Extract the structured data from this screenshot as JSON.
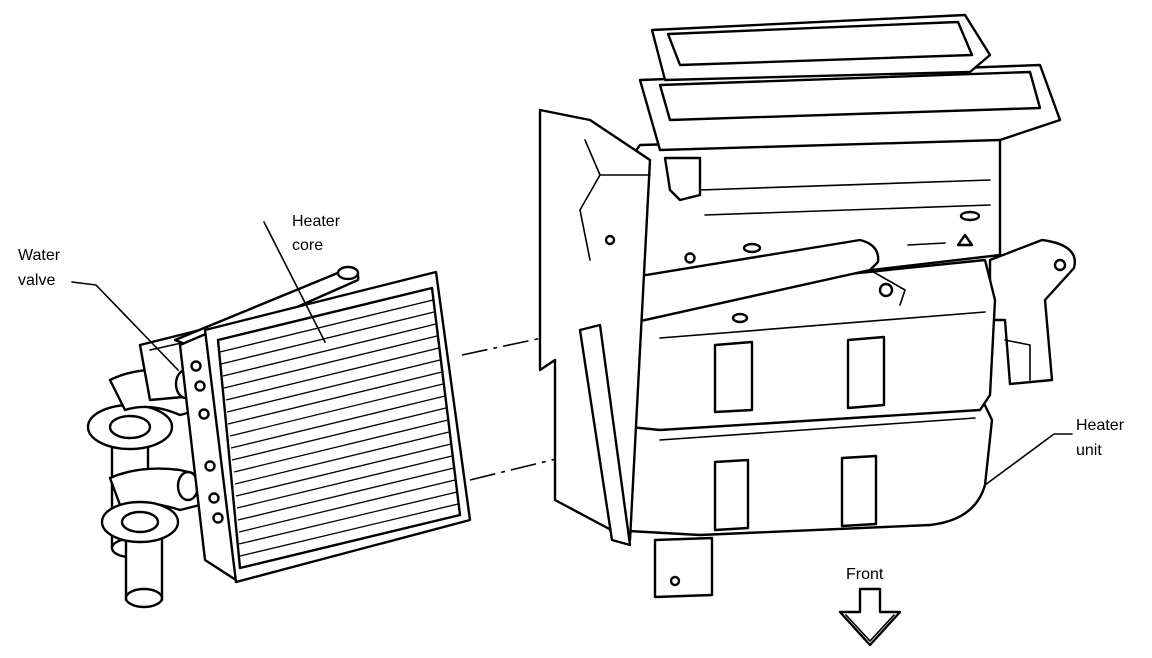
{
  "labels": {
    "water_valve_line1": "Water",
    "water_valve_line2": "valve",
    "heater_core_line1": "Heater",
    "heater_core_line2": "core",
    "heater_unit_line1": "Heater",
    "heater_unit_line2": "unit",
    "front": "Front"
  },
  "icons": {
    "front_arrow": "down-arrow-icon"
  },
  "colors": {
    "ink": "#000000",
    "paper": "#ffffff"
  }
}
